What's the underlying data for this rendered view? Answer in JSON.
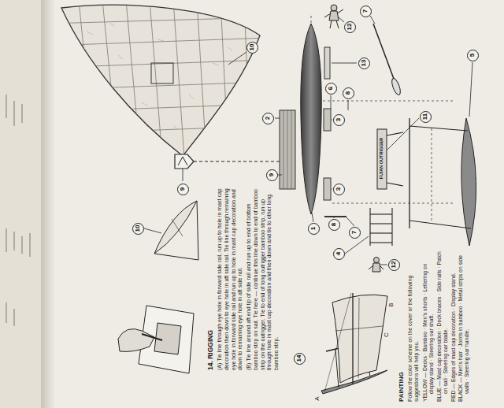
{
  "diagram": {
    "nodes": [
      {
        "text": [
          "10"
        ]
      },
      {
        "text": [
          "12"
        ]
      },
      {
        "text": [
          "7"
        ]
      },
      {
        "text": [
          "13"
        ]
      },
      {
        "text": [
          "6"
        ]
      },
      {
        "text": [
          "8"
        ]
      },
      {
        "text": [
          "3"
        ]
      },
      {
        "text": [
          "11"
        ]
      },
      {
        "text": [
          "5"
        ]
      },
      {
        "text": [
          "2"
        ]
      },
      {
        "text": [
          "9"
        ]
      },
      {
        "text": [
          "9"
        ]
      },
      {
        "text": [
          "3"
        ]
      },
      {
        "text": [
          "8"
        ]
      },
      {
        "text": [
          "7"
        ]
      },
      {
        "text": [
          "1"
        ]
      },
      {
        "text": [
          "4"
        ]
      },
      {
        "text": [
          "12"
        ]
      },
      {
        "text": [
          "10"
        ]
      },
      {
        "text": [
          "14"
        ]
      }
    ],
    "labels": [
      "14. RIGGING",
      "(A) Tie line through eye hole in forward side rail, run up to hole in mast cap decoration then down to eye hole in aft side rail. Tie line through remaining eye hole in forward side rail and run up to hole in mast cap decoration and down to remaining eye hole in aft side rail.",
      "(B) Tie line around aft end tip of side rail and run up to end of bottom bamboo strip on sail. Tie here — continue this line down to end of bamboo strip on the outrigger. Tie to end of long outrigger bamboo strip, run up through hole in mast cap decoration and then down and tie to other long bamboo strip.",
      "PAINTING",
      "Follow the color scheme on the cover or the following suggestions will help you.",
      "YELLOW — Decks · Bamboo · Men's shorts · Lettering on display stand · Steering oar shaft.",
      "BLUE — Mast cap decoration · Deck braces · Side rails · Patch on sail · Steering oar blade.",
      "RED — Edges of mast cap decoration · Display stand.",
      "BLACK — Men's hair · Joints in bamboo · Metal strips on side walls · Steering oar handle.",
      "FIJIAN OUTRIGGER",
      "A",
      "B",
      "C"
    ]
  }
}
